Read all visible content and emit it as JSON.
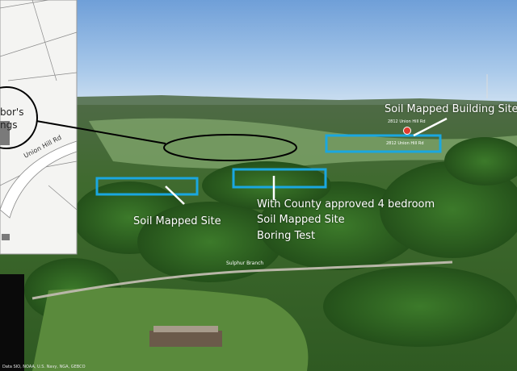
{
  "annotations": {
    "soil_mapped_building_site": "Soil Mapped Building Site",
    "soil_mapped_site": "Soil Mapped Site",
    "approved_line1": "With County approved 4 bedroom",
    "approved_line2": "Soil Mapped Site",
    "approved_line3": "Boring Test"
  },
  "map_labels": {
    "address_upper": "2812 Union Hill Rd",
    "address_lower": "2812 Union Hill Rd",
    "creek": "Sulphur Branch"
  },
  "inset": {
    "label_line1": "bor's",
    "label_line2": "ngs",
    "road": "Union Hill Rd"
  },
  "credit": "Data SIO, NOAA, U.S. Navy, NGA, GEBCO",
  "colors": {
    "highlight_box": "#1aa7e0",
    "annotation_text": "#ffffff",
    "pin": "#e23a2e"
  }
}
